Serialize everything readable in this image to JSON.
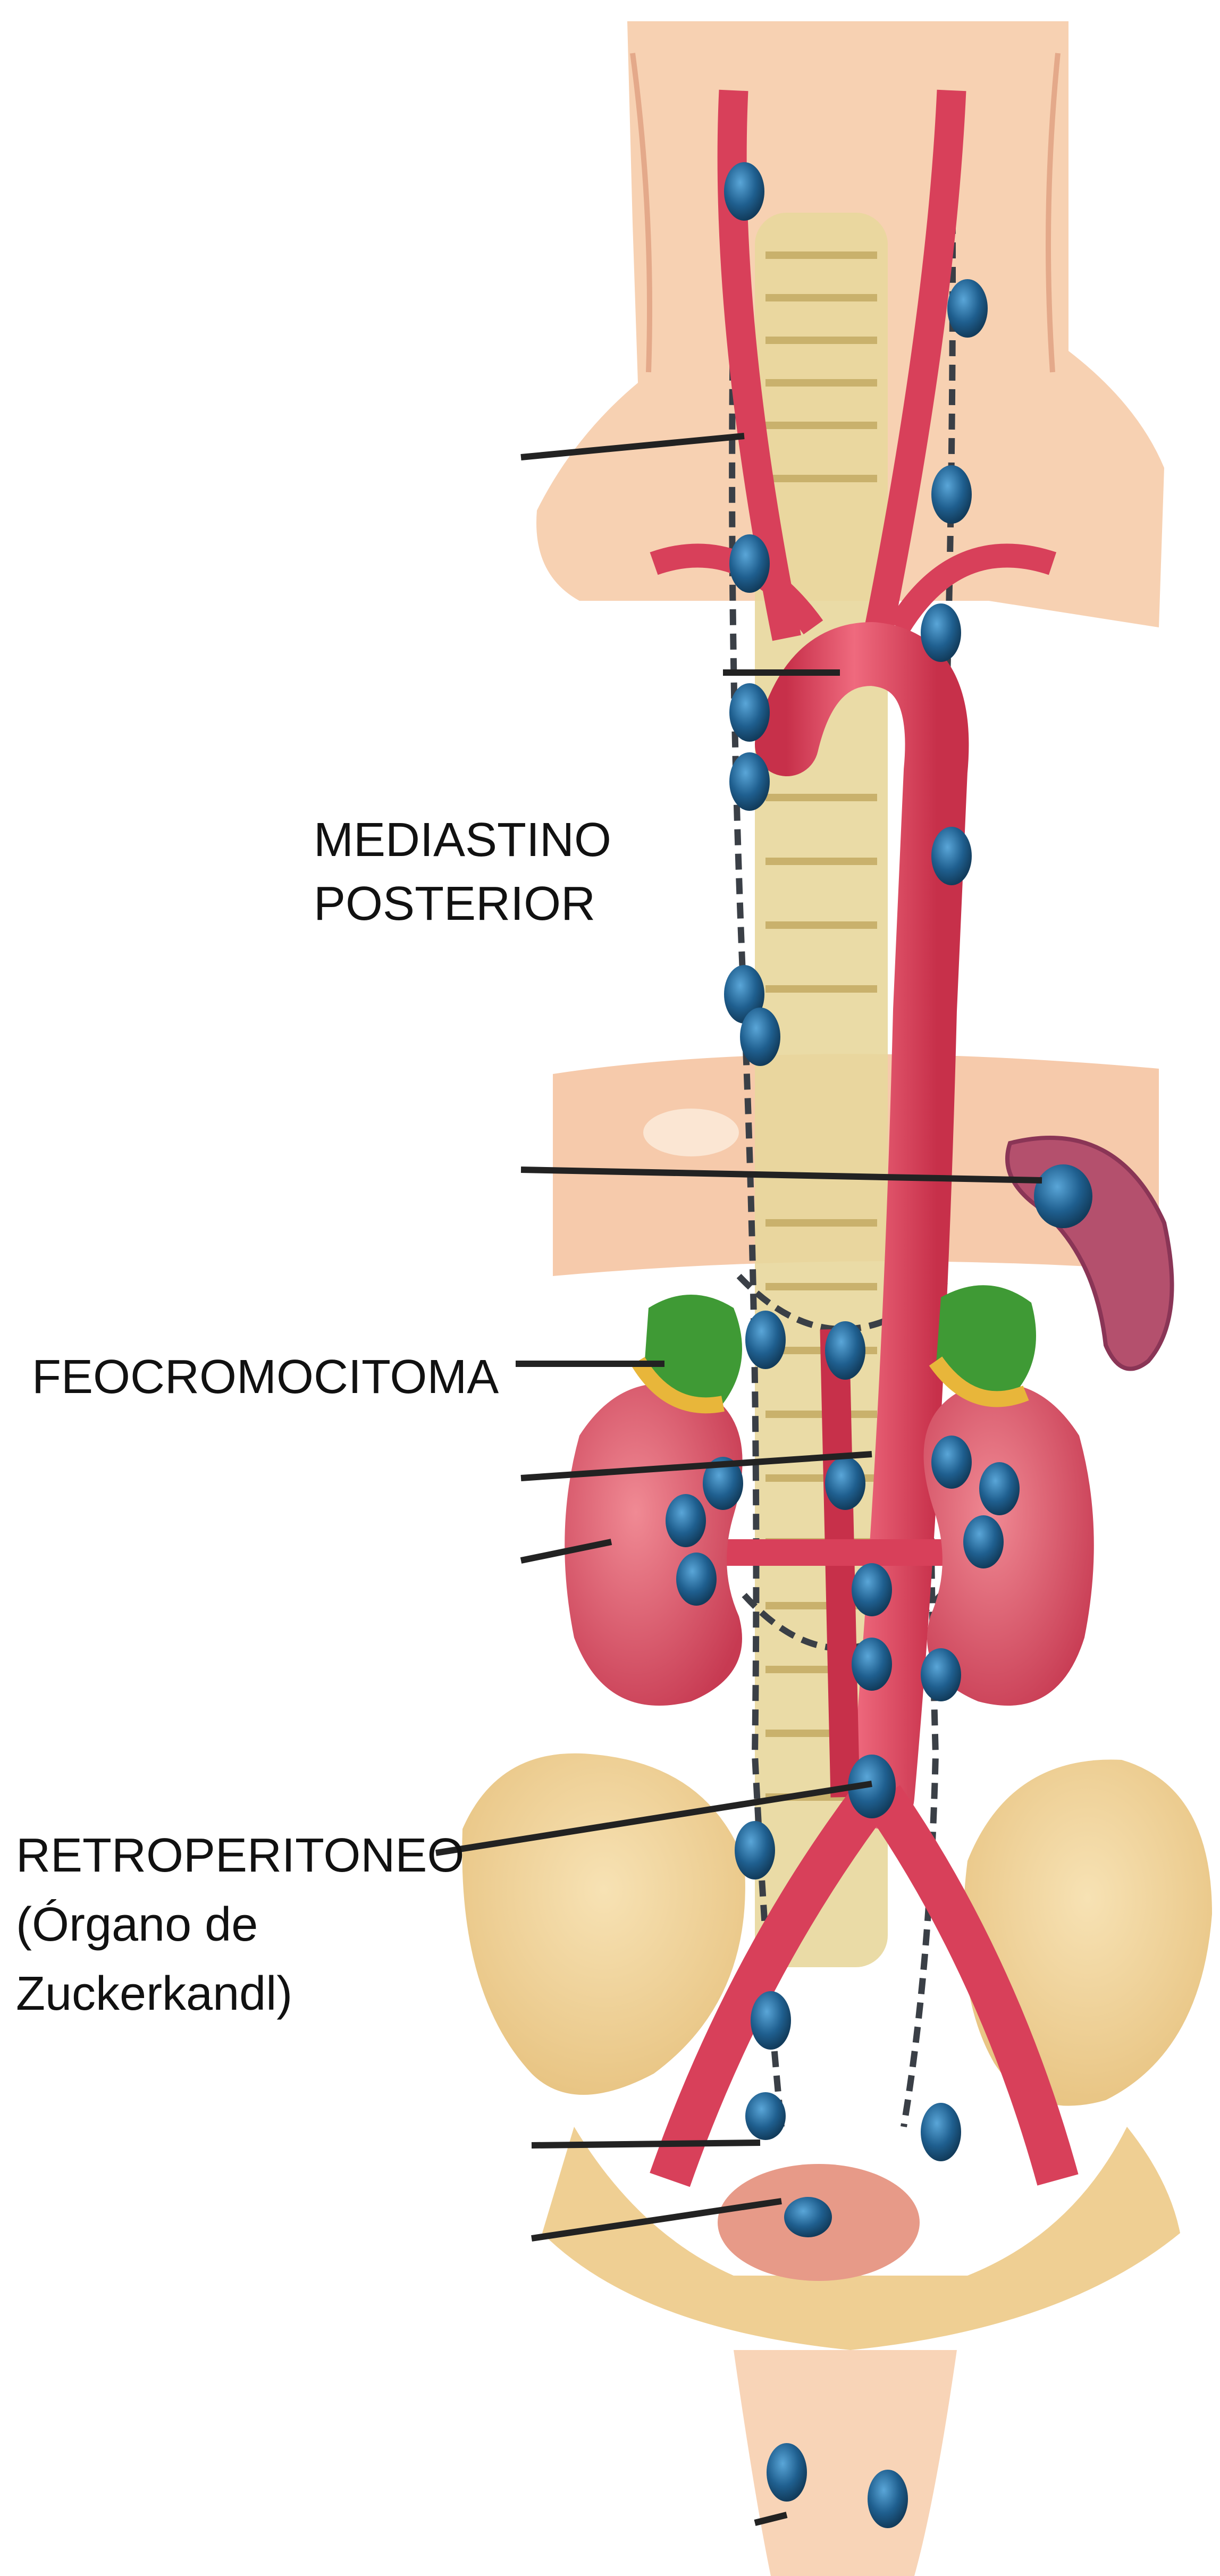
{
  "labels": {
    "mediastino": [
      "MEDIASTINO",
      "POSTERIOR"
    ],
    "feocromocitoma": "FEOCROMOCITOMA",
    "retroperitoneo": [
      "RETROPERITONEO",
      "(Órgano de",
      "Zuckerkandl)"
    ]
  },
  "colors": {
    "skin": "#f6c9a5",
    "aorta": "#e0475f",
    "vein": "#d8405a",
    "kidney": "#dc5568",
    "adrenal": "#3f9a35",
    "node": "#1f5f8f",
    "spine": "#e8d79c",
    "pelvis": "#f1d79e",
    "leader": "#222222"
  },
  "icons": {
    "lymph_node": "blue-oval-node",
    "spleen": "purple-crescent-organ"
  }
}
